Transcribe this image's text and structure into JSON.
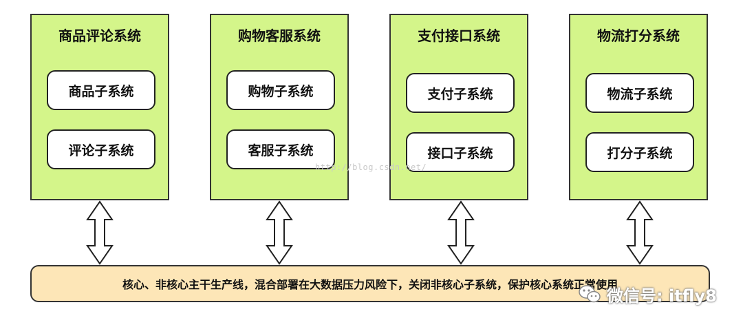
{
  "systems": [
    {
      "title": "商品评论系统",
      "subsystems": [
        "商品子系统",
        "评论子系统"
      ]
    },
    {
      "title": "购物客服系统",
      "subsystems": [
        "购物子系统",
        "客服子系统"
      ]
    },
    {
      "title": "支付接口系统",
      "subsystems": [
        "支付子系统",
        "接口子系统"
      ]
    },
    {
      "title": "物流打分系统",
      "subsystems": [
        "物流子系统",
        "打分子系统"
      ]
    }
  ],
  "bottom_bar": {
    "text": "核心、非核心主干生产线，混合部署在大数据压力风险下，关闭非核心子系统，保护核心系统正常使用"
  },
  "watermarks": {
    "url": "http://blog.csdn.net/",
    "wechat": "微信号: itfly8"
  },
  "colors": {
    "system_fill": "#d4f58a",
    "bar_fill": "#fde6b7",
    "stroke": "#333333"
  },
  "icons": {
    "arrow": "double-headed-arrow-icon",
    "wechat": "wechat-icon"
  }
}
